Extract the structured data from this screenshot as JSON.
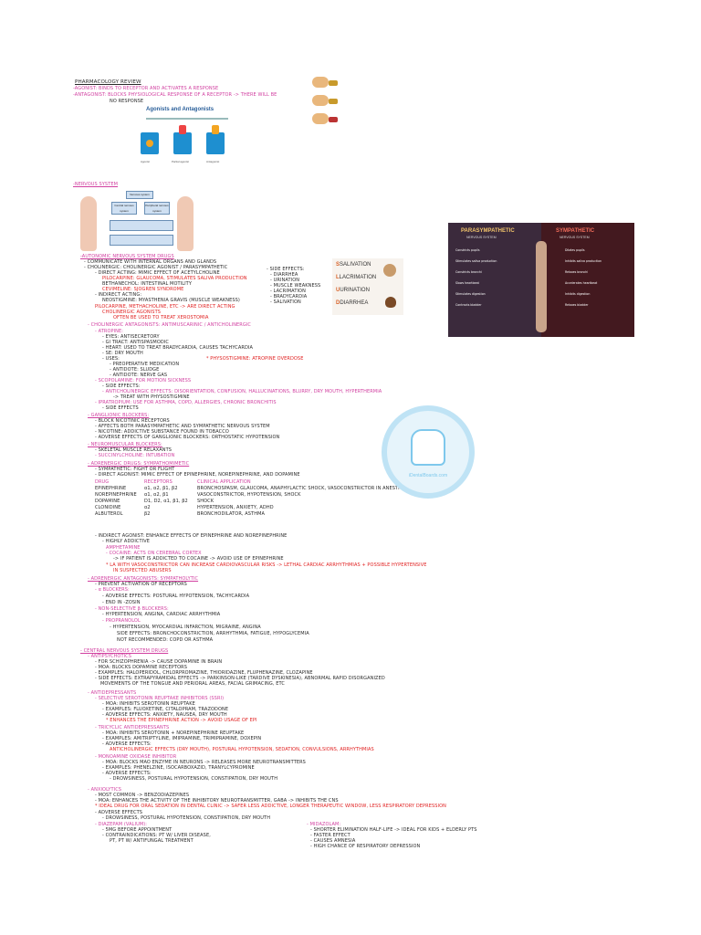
{
  "page_title": "PHARMACOLOGY REVIEW",
  "header": {
    "agonist": "-AGONIST: BINDS TO RECEPTOR AND ACTIVATES A RESPONSE",
    "antagonist_1": "-ANTAGONIST: BLOCKS PHYSIOLOGICAL RESPONSE OF A RECEPTOR -> THERE WILL BE",
    "antagonist_2": "NO RESPONSE"
  },
  "agonist_figure": {
    "title": "Agonists and Antagonists",
    "labels": [
      "Agonist",
      "Partial agonist",
      "Antagonist"
    ]
  },
  "nervous_system_heading": "-NERVOUS SYSTEM",
  "ns_diagram": {
    "top": "Nervous system",
    "level2": [
      "Central nervous system",
      "Peripheral nervous system"
    ]
  },
  "ans_heading": "-AUTONOMIC NERVOUS SYSTEM DRUGS",
  "ans_lines": [
    "- COMMUNICATE WITH INTERNAL ORGANS AND GLANDS",
    "- CHOLINERGIC: CHOLINERGIC AGONIST / PARASYMPATHETIC",
    "- DIRECT ACTING: MIMIC EFFECT OF ACETYLCHOLINE",
    "PILOCARPINE: GLAUCOMA, STIMULATES SALIVA PRODUCTION",
    "BETHANECHOL: INTESTINAL MOTILITY",
    "CEVIMELINE: SJOGREN SYNDROME",
    "- INDIRECT ACTING:",
    "NEOSTIGMINE: MYASTHENIA GRAVIS (MUSCLE WEAKNESS)",
    "PILOCARPINE, METHACHOLINE, ETC -> ARE DIRECT ACTING",
    "CHOLINERGIC AGONISTS",
    "OFTEN BE USED TO TREAT XEROSTOMIA"
  ],
  "sludge": {
    "effects_title": "- SIDE EFFECTS:",
    "effects": [
      "- DIARRHEA",
      "- URINATION",
      "- MUSCLE WEAKNESS",
      "- LACRIMATION",
      "- BRADYCARDIA",
      "- SALIVATION"
    ],
    "mnemonic": [
      "SALIVATION",
      "LACRIMATION",
      "URINATION",
      "DIARRHEA"
    ]
  },
  "psns_sns_figure": {
    "left_title": "PARASYMPATHETIC",
    "left_sub": "NERVOUS SYSTEM",
    "right_title": "SYMPATHETIC",
    "right_sub": "NERVOUS SYSTEM",
    "left_items": [
      "Constricts pupils",
      "Stimulates saliva production",
      "Constricts bronchi",
      "Slows heartbeat",
      "Stimulates digestion",
      "Contracts bladder"
    ],
    "right_items": [
      "Dilates pupils",
      "Inhibits saliva production",
      "Relaxes bronchi",
      "Accelerates heartbeat",
      "Inhibits digestion",
      "Relaxes bladder"
    ]
  },
  "anticholinergic_lines": [
    "- CHOLINERGIC ANTAGONISTS: ANTIMUSCARINIC / ANTICHOLINERGIC",
    "- ATROPINE:",
    "- EYES: ANTISECRETORY",
    "- GI TRACT: ANTISPASMODIC",
    "- HEART: USED TO TREAT BRADYCARDIA, CAUSES TACHYCARDIA",
    "- SE: DRY MOUTH",
    "- USES:",
    "- PREOPERATIVE MEDICATION",
    "- ANTIDOTE: SLUDGE",
    "- ANTIDOTE: NERVE GAS"
  ],
  "atropine_note": "* PHYSOSTIGMINE: ATROPINE OVERDOSE",
  "scopolamine_lines": [
    "- SCOPOLAMINE: FOR MOTION SICKNESS",
    "- SIDE EFFECTS:",
    "- ANTICHOLINERGIC EFFECTS: DISORIENTATION, CONFUSION, HALLUCINATIONS, BLURRY, DRY MOUTH, HYPERTHERMIA",
    "-> TREAT WITH PHYSOSTIGMINE",
    "- IPRATROPIUM: USE FOR ASTHMA, COPD, ALLERGIES, CHRONIC BRONCHITIS",
    "- SIDE EFFECTS"
  ],
  "ganglionic_lines": [
    "- GANGLIONIC BLOCKERS:",
    "- BLOCK NICOTINIC RECEPTORS",
    "- AFFECTS BOTH PARASYMPATHETIC AND SYMPATHETIC NERVOUS SYSTEM",
    "- NICOTINE: ADDICTIVE SUBSTANCE FOUND IN TOBACCO",
    "- ADVERSE EFFECTS OF GANGLIONIC BLOCKERS: ORTHOSTATIC HYPOTENSION"
  ],
  "neuromuscular_lines": [
    "- NEUROMUSCULAR BLOCKERS:",
    "- SKELETAL MUSCLE RELAXANTS",
    "- SUCCINYLCHOLINE: INTUBATION"
  ],
  "adrenergic_lines": [
    "- ADRENERGIC DRUGS: SYMPATHOMIMETIC",
    "- SYMPATHETIC: FIGHT OR FLIGHT",
    "- DIRECT AGONIST: MIMIC EFFECT OF EPINEPHRINE, NOREPINEPHRINE, AND DOPAMINE"
  ],
  "adrenergic_table": {
    "headers": [
      "DRUG",
      "RECEPTORS",
      "CLINICAL APPLICATION"
    ],
    "rows": [
      [
        "EPINEPHRINE",
        "α1, α2, β1, β2",
        "BRONCHOSPASM, GLAUCOMA, ANAPHYLACTIC SHOCK, VASOCONSTRICTOR IN ANESTHETICS"
      ],
      [
        "NOREPINEPHRINE",
        "α1, α2, β1",
        "VASOCONSTRICTOR, HYPOTENSION, SHOCK"
      ],
      [
        "DOPAMINE",
        "D1, D2, α1, β1, β2",
        "SHOCK"
      ],
      [
        "CLONIDINE",
        "α2",
        "HYPERTENSION, ANXIETY, ADHD"
      ],
      [
        "ALBUTEROL",
        "β2",
        "BRONCHODILATOR, ASTHMA"
      ]
    ]
  },
  "indirect_lines": [
    "- INDIRECT AGONIST: ENHANCE EFFECTS OF EPINEPHRINE AND NOREPINEPHRINE",
    "- HIGHLY ADDICTIVE",
    "AMPHETAMINE",
    "- COCAINE: ACTS ON CEREBRAL CORTEX",
    "-> IF PATIENT IS ADDICTED TO COCAINE -> AVOID USE OF EPINEPHRINE",
    "* LA WITH VASOCONSTRICTOR CAN INCREASE CARDIOVASCULAR RISKS -> LETHAL CARDIAC ARRHYTHMIAS + POSSIBLE HYPERTENSIVE",
    "IN SUSPECTED ABUSERS"
  ],
  "adrenergic_antagonist_lines": [
    "- ADRENERGIC ANTAGONISTS: SYMPATHOLYTIC",
    "- PREVENT ACTIVATION OF RECEPTORS",
    "- α BLOCKERS:",
    "- ADVERSE EFFECTS: POSTURAL HYPOTENSION, TACHYCARDIA",
    "- END IN -ZOSIN",
    "- NON-SELECTIVE β BLOCKERS:",
    "- HYPERTENSION, ANGINA, CARDIAC ARRHYTHMIA",
    "- PROPRANOLOL",
    "- HYPERTENSION, MYOCARDIAL INFARCTION, MIGRAINE, ANGINA",
    "SIDE EFFECTS: BRONCHOCONSTRICTION, ARRHYTHMIA, FATIGUE, HYPOGLYCEMIA",
    "NOT RECOMMENDED: COPD OR ASTHMA"
  ],
  "cns_lines": [
    "- CENTRAL NERVOUS SYSTEM DRUGS",
    "- ANTIPSYCHOTICS",
    "- FOR SCHIZOPHRENIA -> CAUSE DOPAMINE IN BRAIN",
    "- MOA: BLOCKS DOPAMINE RECEPTORS",
    "- EXAMPLES: HALOPERIDOL, CHLORPROMAZINE, THIORIDAZINE, FLUPHENAZINE, CLOZAPINE",
    "- SIDE EFFECTS: EXTRAPYRAMIDAL EFFECTS -> PARKINSON-LIKE (TARDIVE DYSKINESIA), ABNORMAL RAPID DISORGANIZED",
    "MOVEMENTS OF THE TONGUE AND PERIORAL AREAS, FACIAL GRIMACING, ETC",
    "- ANTIDEPRESSANTS",
    "- SELECTIVE SEROTONIN REUPTAKE INHIBITORS (SSRI)",
    "- MOA: INHIBITS SEROTONIN REUPTAKE",
    "- EXAMPLES: FLUOXETINE, CITALOPRAM, TRAZODONE",
    "- ADVERSE EFFECTS: ANXIETY, NAUSEA, DRY MOUTH",
    "* ENHANCES THE EPINEPHRINE ACTION -> AVOID USAGE OF EPI",
    "- TRICYCLIC ANTIDEPRESSANTS",
    "- MOA: INHIBITS SEROTONIN + NOREPINEPHRINE REUPTAKE",
    "- EXAMPLES: AMITRIPTYLINE, IMIPRAMINE, TRIMIPRAMINE, DOXEPIN",
    "- ADVERSE EFFECTS:",
    "ANTICHOLINERGIC EFFECTS (DRY MOUTH), POSTURAL HYPOTENSION, SEDATION, CONVULSIONS, ARRHYTHMIAS",
    "- MONOAMINE OXIDASE INHIBITOR",
    "- MOA: BLOCKS MAO ENZYME IN NEURONS -> RELEASES MORE NEUROTRANSMITTERS",
    "- EXAMPLES: PHENELZINE, ISOCARBOXAZID, TRANYLCYPROMINE",
    "- ADVERSE EFFECTS:",
    "- DROWSINESS, POSTURAL HYPOTENSION, CONSTIPATION, DRY MOUTH"
  ],
  "anxiolytics_lines": [
    "- ANXIOLYTICS",
    "- MOST COMMON -> BENZODIAZEPINES",
    "- MOA: ENHANCES THE ACTIVITY OF THE INHIBITORY NEUROTRANSMITTER, GABA -> INHIBITS THE CNS",
    "* IDEAL DRUG FOR ORAL SEDATION IN DENTAL CLINIC -> SAFER LESS ADDICTIVE, LONGER THERAPEUTIC WINDOW, LESS RESPIRATORY DEPRESSION",
    "- ADVERSE EFFECTS",
    "- DROWSINESS, POSTURAL HYPOTENSION, CONSTIPATION, DRY MOUTH",
    "- DIAZEPAM (VALIUM):",
    "- 5MG BEFORE APPOINTMENT",
    "- CONTRAINDICATIONS: PT W/ LIVER DISEASE,",
    "PT, PT W/ ANTIFUNGAL TREATMENT"
  ],
  "midazolam_lines": [
    "- MIDAZOLAM:",
    "- SHORTER ELIMINATION HALF-LIFE -> IDEAL FOR KIDS + ELDERLY PTS",
    "- FASTER EFFECT",
    "- CAUSES AMNESIA",
    "- HIGH CHANCE OF RESPIRATORY DEPRESSION"
  ],
  "watermark_text": "iDentalBoards.com",
  "colors": {
    "pink": "#d13fa0",
    "red": "#e02020",
    "ink": "#2a2a2a",
    "watermark": "#7ec8ec",
    "psns_bg": "#2b1a24"
  }
}
